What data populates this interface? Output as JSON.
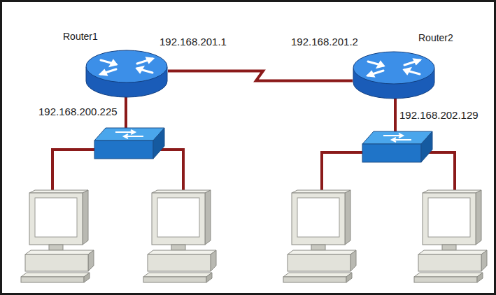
{
  "diagram": {
    "nodes": [
      {
        "text": [
          "Router1"
        ]
      },
      {
        "text": [
          "Router2"
        ]
      }
    ],
    "edges": [
      {
        "from": 0,
        "to": 1,
        "arrow": "none"
      }
    ],
    "labels": [
      "192.168.201.1",
      "192.168.201.2",
      "192.168.200.225",
      "192.168.202.129"
    ]
  }
}
